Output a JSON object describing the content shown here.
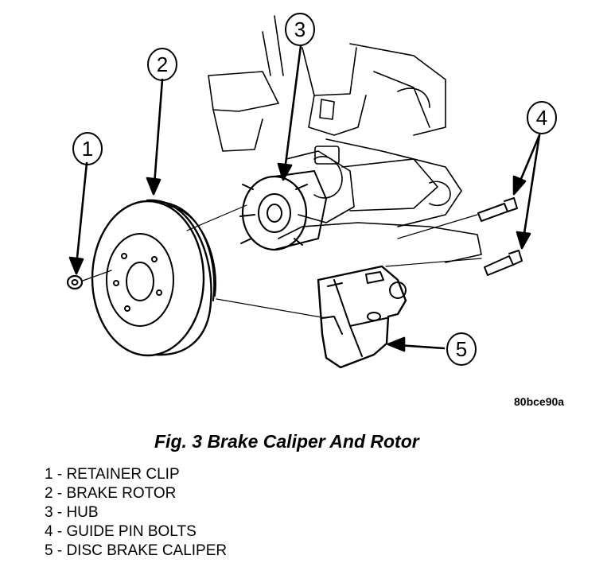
{
  "callouts": [
    "1",
    "2",
    "3",
    "4",
    "5"
  ],
  "image_code": "80bce90a",
  "caption": "Fig. 3 Brake Caliper And Rotor",
  "legend": [
    "1 - RETAINER CLIP",
    "2 - BRAKE ROTOR",
    "3 - HUB",
    "4 - GUIDE PIN BOLTS",
    "5 - DISC BRAKE CALIPER"
  ]
}
